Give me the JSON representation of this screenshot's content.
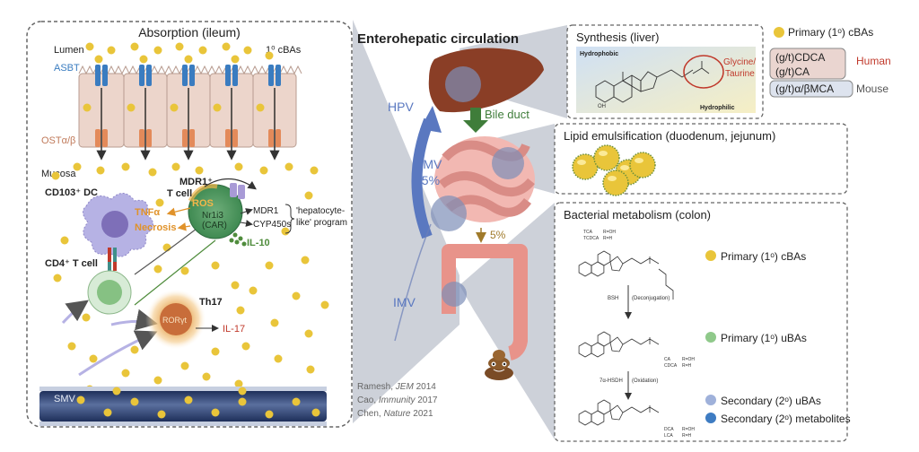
{
  "absorption": {
    "title": "Absorption (ileum)",
    "lumen": "Lumen",
    "asbt": "ASBT",
    "cbas": "1⁰ cBAs",
    "ost": "OSTα/β",
    "mucosa": "Mucosa",
    "dc": "CD103⁺ DC",
    "cd4": "CD4⁺ T cell",
    "mdr1_tcell_line1": "MDR1⁺",
    "mdr1_tcell_line2": "T cell",
    "ros": "ROS",
    "nr1i3": "Nr1i3",
    "car": "(CAR)",
    "mdr1": "MDR1",
    "cyp": "CYP450s",
    "hep_line1": "'hepatocyte-",
    "hep_line2": "like' program",
    "tnf": "TNFα",
    "necrosis": "Necrosis",
    "il10": "IL-10",
    "th17": "Th17",
    "rort": "RORγt",
    "il17": "IL-17",
    "smv": "SMV"
  },
  "center": {
    "title": "Enterohepatic circulation",
    "hpv": "HPV",
    "bile_duct": "Bile duct",
    "smv": "SMV",
    "pct95": "95%",
    "pct5": "5%",
    "imv": "IMV",
    "refs": [
      {
        "author": "Ramesh, ",
        "journal": "JEM",
        "year": " 2014"
      },
      {
        "author": "Cao, ",
        "journal": "Immunity",
        "year": " 2017"
      },
      {
        "author": "Chen, ",
        "journal": "Nature",
        "year": " 2021"
      }
    ]
  },
  "synthesis": {
    "title": "Synthesis (liver)",
    "hydrophobic": "Hydrophobic",
    "hydrophilic": "Hydrophilic",
    "gly_line1": "Glycine/",
    "gly_line2": "Taurine"
  },
  "legend_top": {
    "primary": "Primary (1ᵒ) cBAs",
    "cdca": "(g/t)CDCA",
    "ca": "(g/t)CA",
    "mca": "(g/t)α/βMCA",
    "human": "Human",
    "mouse": "Mouse"
  },
  "lipid": {
    "title": "Lipid emulsification (duodenum, jejunum)"
  },
  "bacterial": {
    "title": "Bacterial metabolism (colon)",
    "tca": "TCA",
    "tcdca": "TCDCA",
    "roh": "R=OH",
    "rh": "R=H",
    "bsh": "BSH",
    "decon": "(Deconjugation)",
    "ca": "CA",
    "cdca": "CDCA",
    "hsdh": "7α-HSDH",
    "oxid": "(Oxidation)",
    "dca": "DCA",
    "lca": "LCA",
    "leg1": "Primary (1ᵒ) cBAs",
    "leg2": "Primary (1ᵒ) uBAs",
    "leg3": "Secondary (2ᵒ) uBAs",
    "leg4": "Secondary (2ᵒ) metabolites"
  },
  "colors": {
    "cba": "#e9c53a",
    "uba": "#8fc98a",
    "sec_uba": "#9fb1da",
    "sec_met": "#3e7cc2",
    "human": "#c0392b",
    "blue_arrow": "#5a78c0",
    "green_arrow": "#3f7d3a"
  }
}
